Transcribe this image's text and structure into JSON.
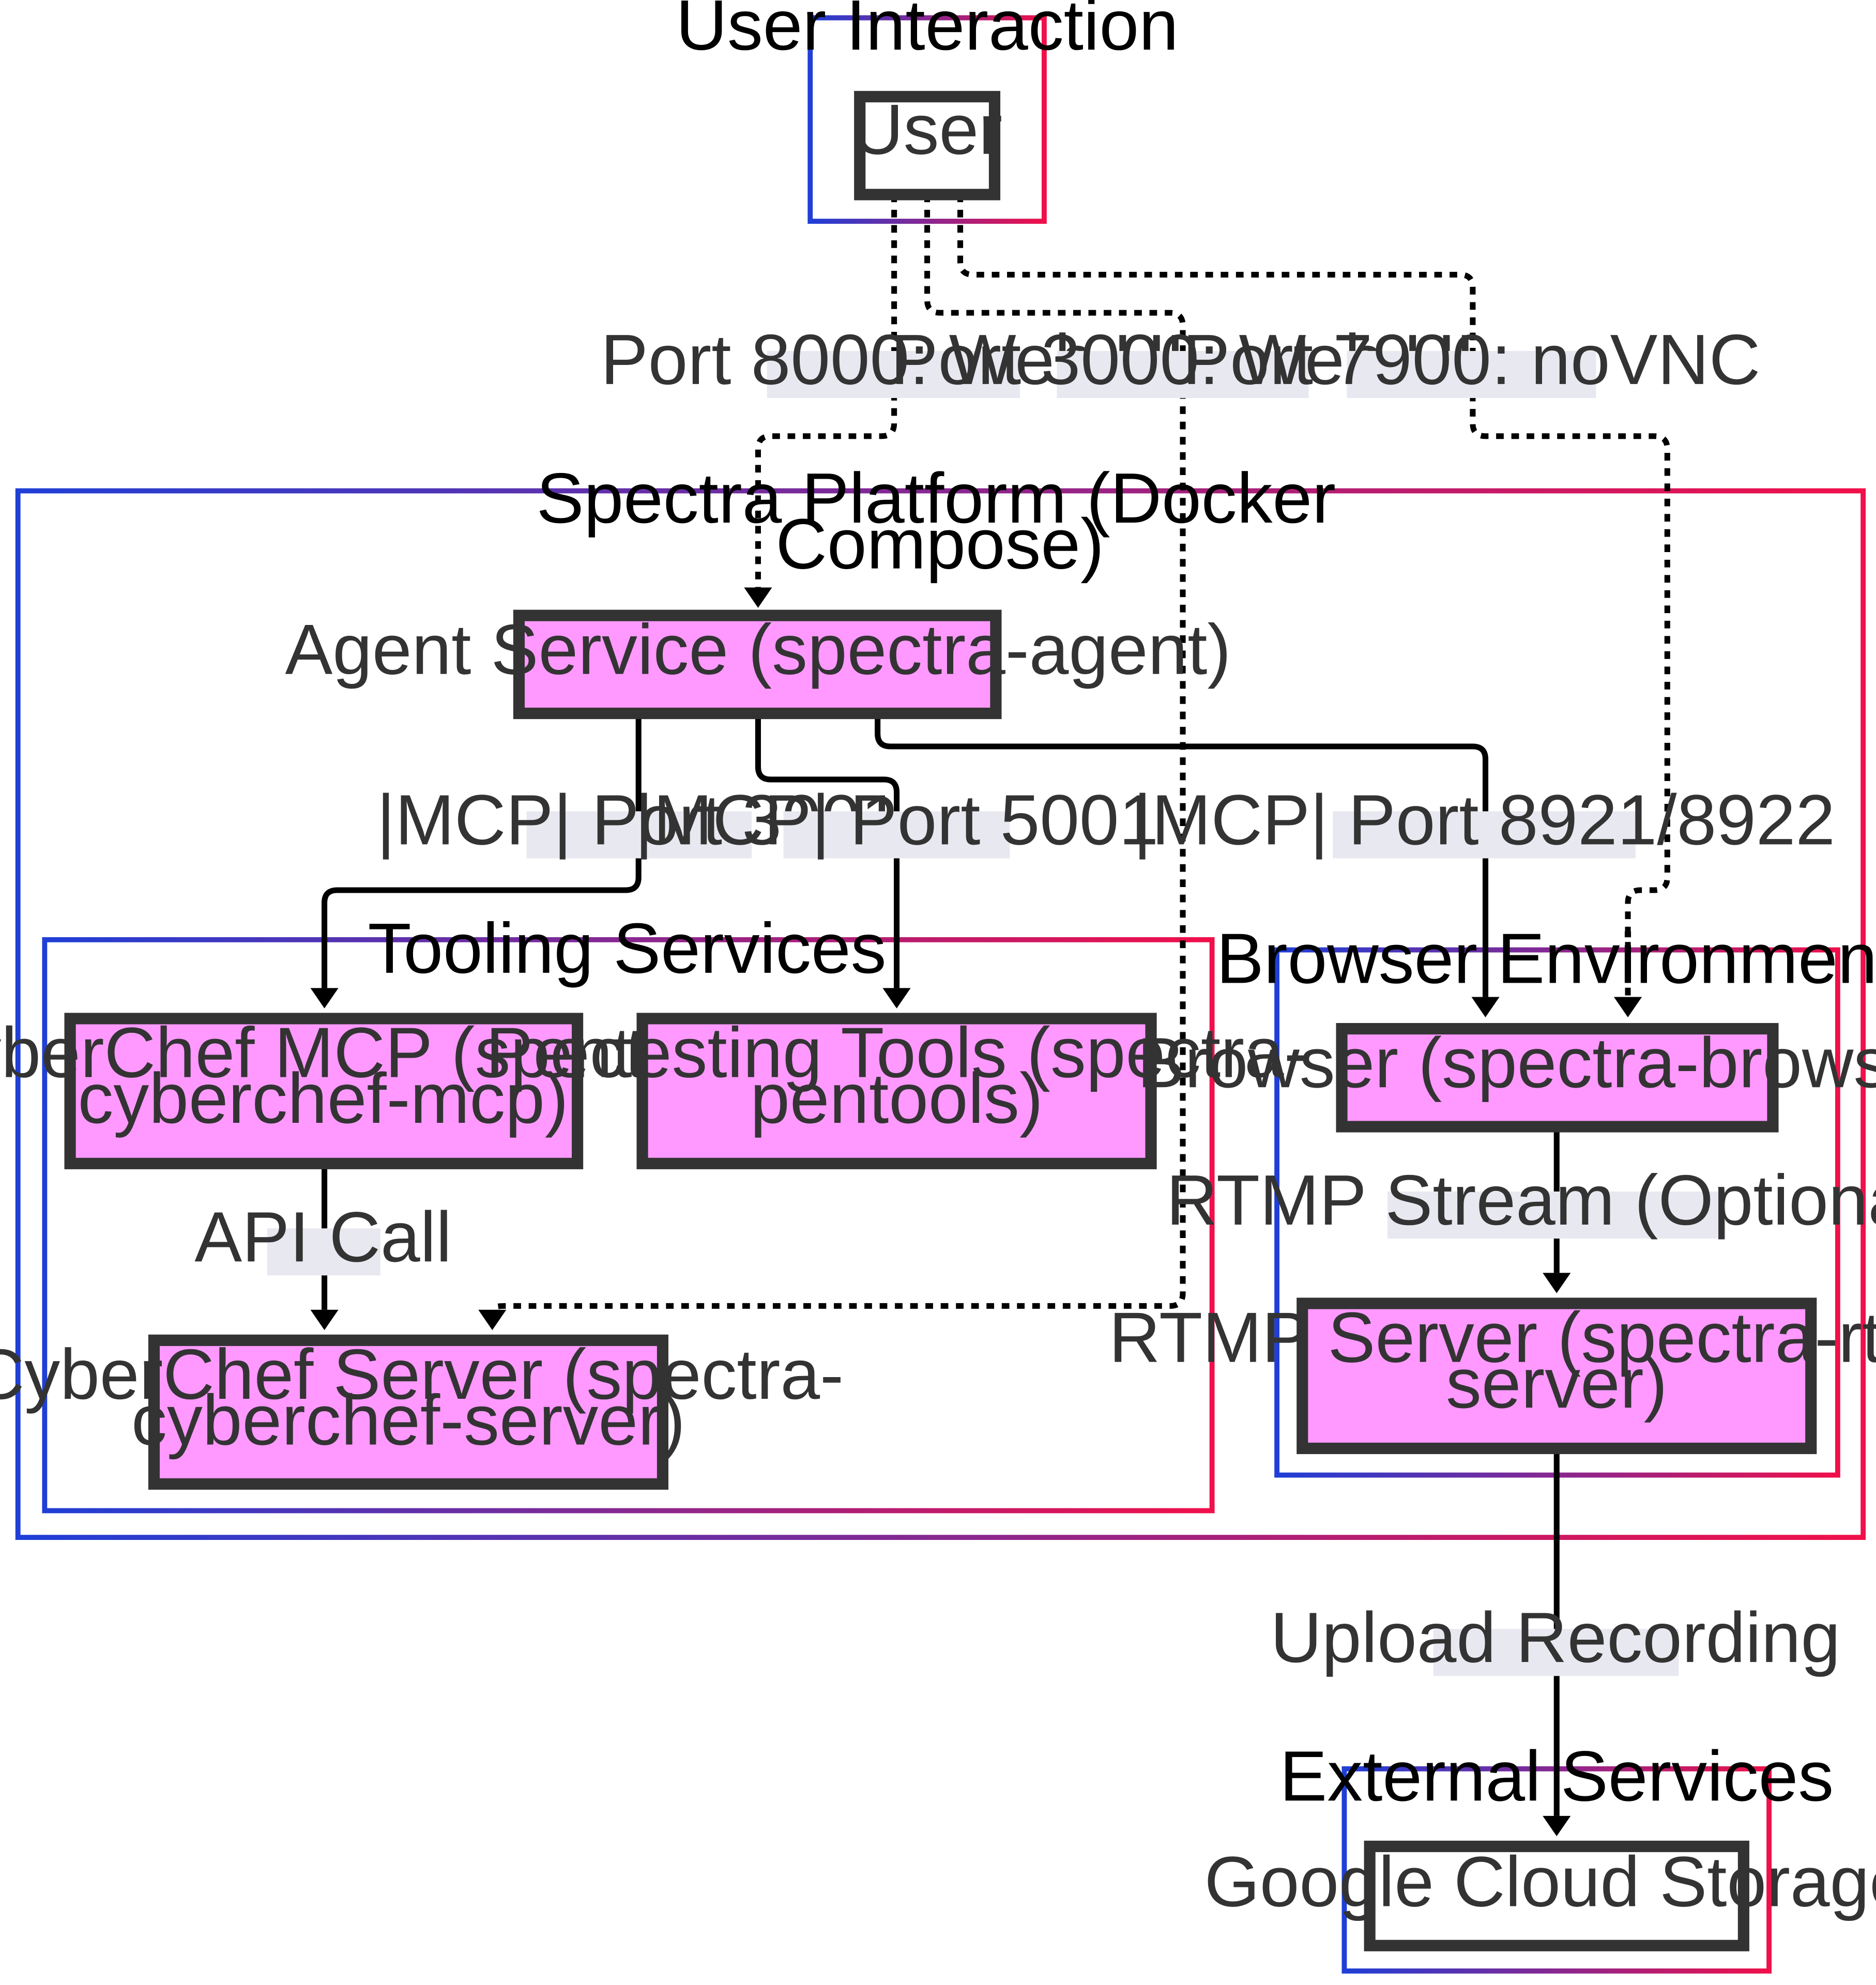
{
  "clusters": {
    "user_interaction": "User Interaction",
    "spectra_platform": [
      "Spectra Platform (Docker",
      "Compose)"
    ],
    "tooling_services": "Tooling Services",
    "browser_environment": "Browser Environment",
    "external_services": "External Services"
  },
  "nodes": {
    "user": [
      "User"
    ],
    "agent": [
      "Agent Service (spectra-agent)"
    ],
    "cyberchef_mcp": [
      "CyberChef MCP (spectra-",
      "cyberchef-mcp)"
    ],
    "pentools": [
      "Pentesting Tools (spectra-",
      "pentools)"
    ],
    "cyberchef_server": [
      "CyberChef Server (spectra-",
      "cyberchef-server)"
    ],
    "browser": [
      "Browser (spectra-browser)"
    ],
    "rtmp_server": [
      "RTMP Server (spectra-rtmp-",
      "server)"
    ],
    "gcs": [
      "Google Cloud Storage"
    ]
  },
  "edges": {
    "user_agent": "Port 8000: Web UI",
    "user_cyberchef_server": "Port 3000: Web UI",
    "user_browser": "Port 7900: noVNC",
    "agent_cyberchef_mcp": "|MCP| Port 3001",
    "agent_pentools": "|MCP| Port 5001",
    "agent_browser": "|MCP| Port 8921/8922",
    "cyberchef_mcp_server": "API Call",
    "browser_rtmp": "RTMP Stream (Optional)",
    "rtmp_gcs": "Upload Recording"
  },
  "colors": {
    "service_fill": "#ff99ff",
    "node_stroke": "#333333",
    "cluster_gradient_start": "#1f3fd6",
    "cluster_gradient_end": "#f0104a",
    "edge_label_bg": "#e8e8f0"
  }
}
